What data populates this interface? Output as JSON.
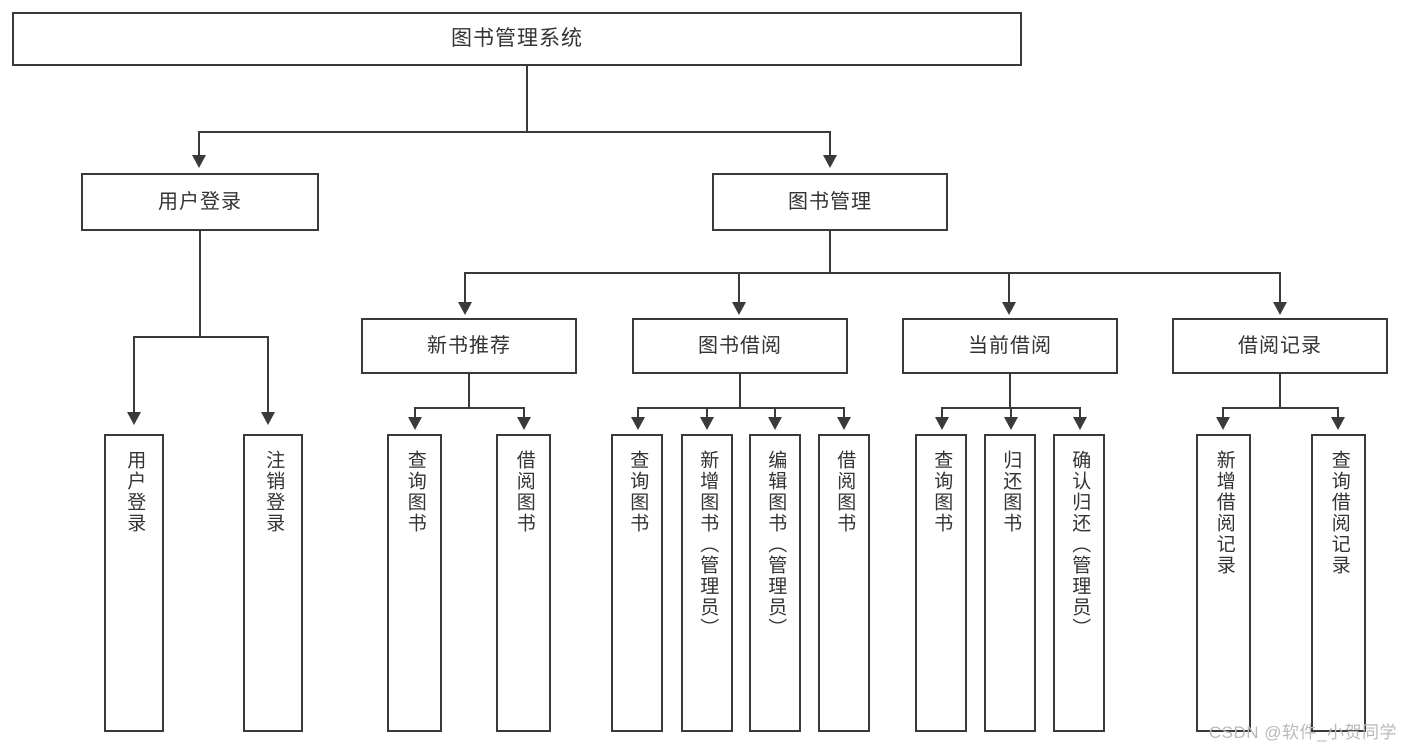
{
  "diagram": {
    "type": "tree-hierarchy",
    "title": "图书管理系统",
    "watermark": "CSDN @软件_小贺同学",
    "colors": {
      "box_border": "#3a3a3a",
      "box_fill": "#ffffff",
      "connector": "#3a3a3a",
      "text": "#333333",
      "watermark": "#b9b9b9",
      "background": "#ffffff"
    },
    "nodes": {
      "root": {
        "label": "图书管理系统"
      },
      "level2": [
        {
          "label": "用户登录"
        },
        {
          "label": "图书管理"
        }
      ],
      "level3": [
        {
          "label": "新书推荐"
        },
        {
          "label": "图书借阅"
        },
        {
          "label": "当前借阅"
        },
        {
          "label": "借阅记录"
        }
      ],
      "leaves": {
        "user_login": [
          {
            "label": "用户登录"
          },
          {
            "label": "注销登录"
          }
        ],
        "new_book_recommend": [
          {
            "label": "查询图书"
          },
          {
            "label": "借阅图书"
          }
        ],
        "book_borrow": [
          {
            "label": "查询图书"
          },
          {
            "label": "新增图书（管理员）"
          },
          {
            "label": "编辑图书（管理员）"
          },
          {
            "label": "借阅图书"
          }
        ],
        "current_borrow": [
          {
            "label": "查询图书"
          },
          {
            "label": "归还图书"
          },
          {
            "label": "确认归还（管理员）"
          }
        ],
        "borrow_record": [
          {
            "label": "新增借阅记录"
          },
          {
            "label": "查询借阅记录"
          }
        ]
      }
    }
  }
}
